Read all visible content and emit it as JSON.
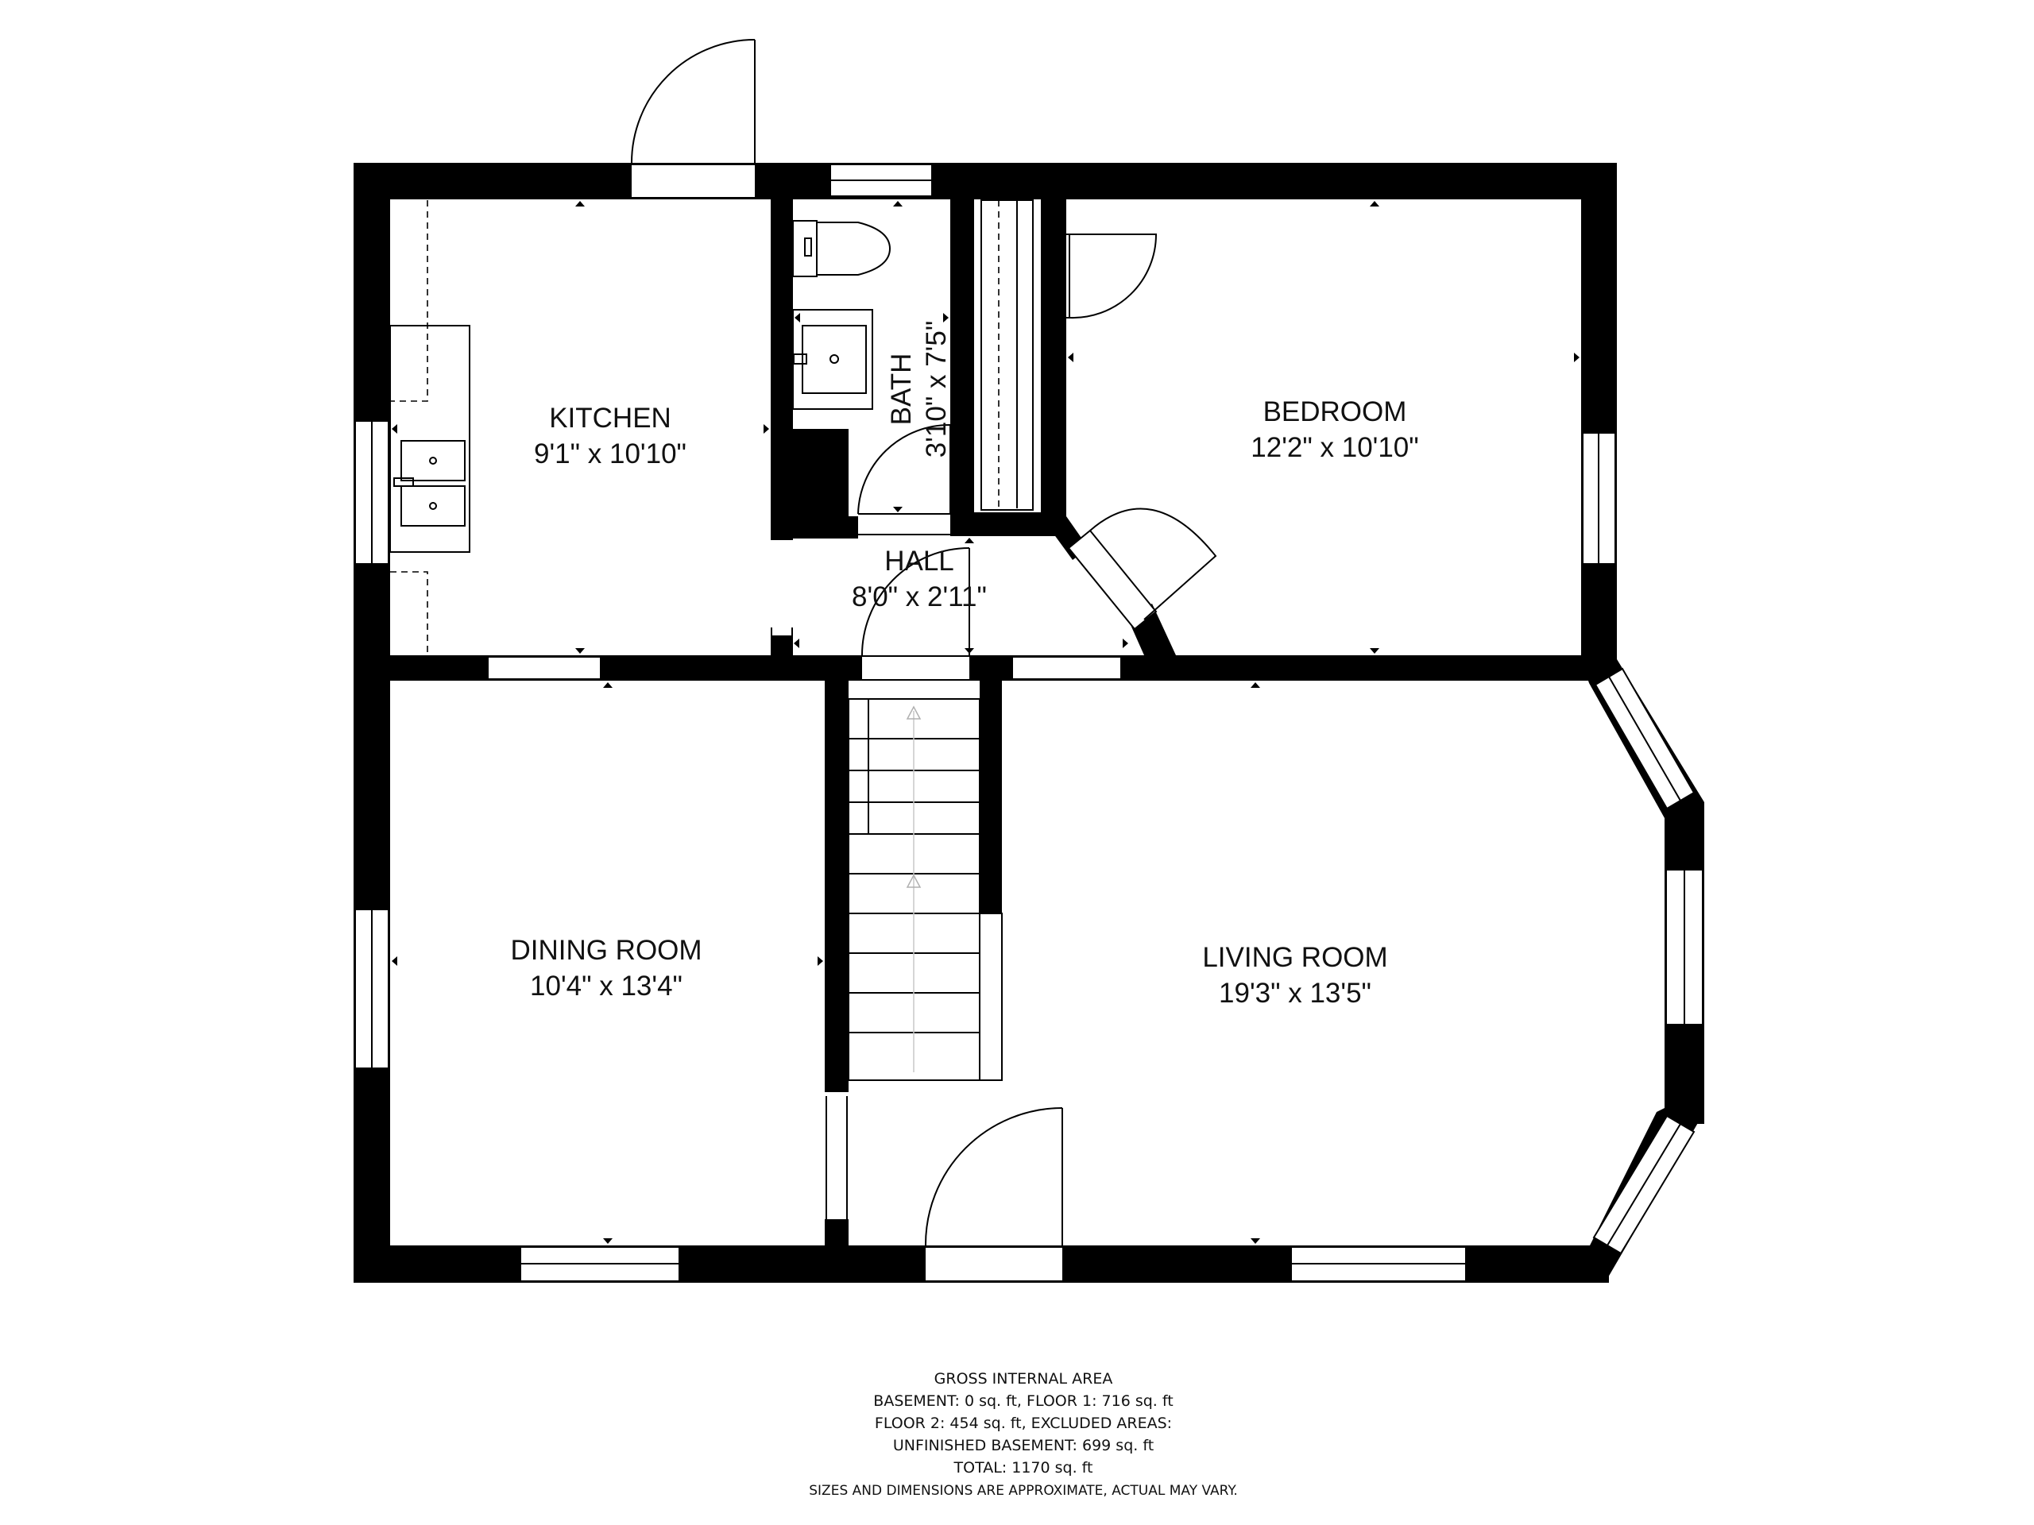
{
  "rooms": {
    "kitchen": {
      "name": "KITCHEN",
      "dims": "9'1\" x 10'10\""
    },
    "bath": {
      "name": "BATH",
      "dims": "3'10\" x 7'5\""
    },
    "bedroom": {
      "name": "BEDROOM",
      "dims": "12'2\" x 10'10\""
    },
    "hall": {
      "name": "HALL",
      "dims": "8'0\" x 2'11\""
    },
    "dining": {
      "name": "DINING ROOM",
      "dims": "10'4\" x 13'4\""
    },
    "living": {
      "name": "LIVING ROOM",
      "dims": "19'3\" x 13'5\""
    }
  },
  "area": {
    "title": "GROSS INTERNAL AREA",
    "line1": "BASEMENT: 0 sq. ft, FLOOR 1: 716 sq. ft",
    "line2": "FLOOR 2: 454 sq. ft, EXCLUDED AREAS:",
    "line3": "UNFINISHED BASEMENT: 699 sq. ft",
    "line4": "TOTAL: 1170 sq. ft",
    "note": "SIZES AND DIMENSIONS ARE APPROXIMATE, ACTUAL MAY VARY."
  }
}
